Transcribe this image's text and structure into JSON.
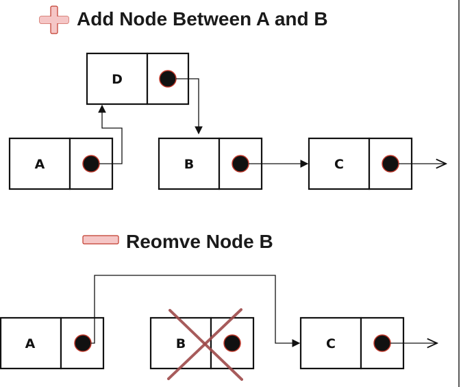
{
  "sections": [
    {
      "title": "Add Node Between A and B",
      "icon": "plus-icon",
      "nodes": [
        {
          "id": "D",
          "label": "D"
        },
        {
          "id": "A",
          "label": "A"
        },
        {
          "id": "B",
          "label": "B"
        },
        {
          "id": "C",
          "label": "C"
        }
      ]
    },
    {
      "title": "Reomve Node B",
      "icon": "minus-icon",
      "nodes": [
        {
          "id": "A",
          "label": "A"
        },
        {
          "id": "B",
          "label": "B",
          "removed": true
        },
        {
          "id": "C",
          "label": "C"
        }
      ]
    }
  ],
  "colors": {
    "pointer_fill": "#111111",
    "pointer_stroke": "#c0392b",
    "icon_fill": "#f5c6c6",
    "icon_stroke": "#c0392b",
    "cross": "#9e4a4a"
  }
}
